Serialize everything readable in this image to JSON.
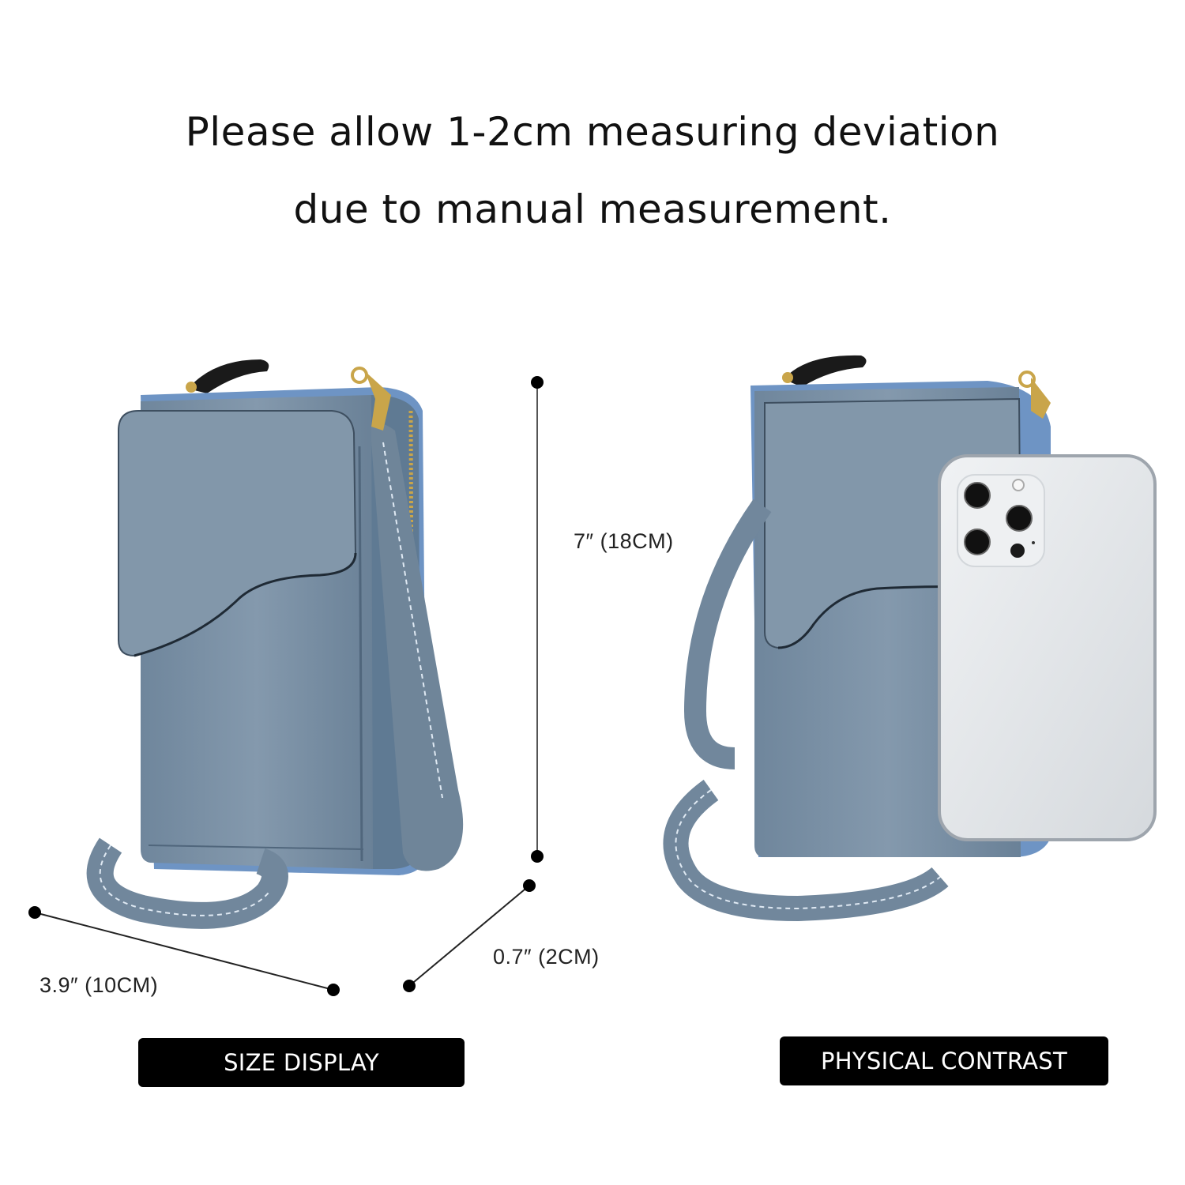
{
  "headline": {
    "line1": "Please allow 1-2cm measuring deviation",
    "line2": "due to manual measurement."
  },
  "dimensions": {
    "height": "7″  (18CM)",
    "depth": "0.7″  (2CM)",
    "width": "3.9″  (10CM)"
  },
  "labels": {
    "left": "SIZE DISPLAY",
    "right": "PHYSICAL CONTRAST"
  },
  "colors": {
    "bag": "#7d93a8",
    "bag_dark": "#5f758b",
    "zipper": "#6e94c4",
    "label_bg": "#000000",
    "phone": "#e4e7ea"
  }
}
